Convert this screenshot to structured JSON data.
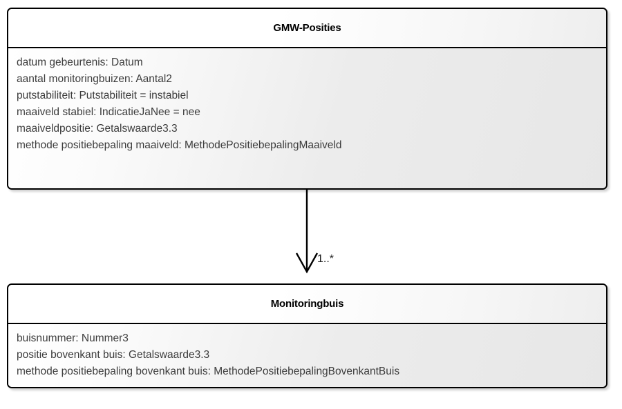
{
  "diagram": {
    "type": "uml-class-diagram",
    "background_color": "#ffffff",
    "border_color": "#000000",
    "text_color": "#3c3c3c",
    "classes": [
      {
        "name": "GMW-Posities",
        "attributes": [
          "datum gebeurtenis: Datum",
          "aantal monitoringbuizen: Aantal2",
          "putstabiliteit: Putstabiliteit = instabiel",
          "maaiveld stabiel: IndicatieJaNee = nee",
          "maaiveldpositie: Getalswaarde3.3",
          "methode positiebepaling maaiveld: MethodePositiebepalingMaaiveld"
        ]
      },
      {
        "name": "Monitoringbuis",
        "attributes": [
          "buisnummer: Nummer3",
          "positie bovenkant buis: Getalswaarde3.3",
          "methode positiebepaling bovenkant buis: MethodePositiebepalingBovenkantBuis"
        ]
      }
    ],
    "association": {
      "from": "GMW-Posities",
      "to": "Monitoringbuis",
      "multiplicity": "1..*",
      "arrow_style": "open-arrowhead",
      "line_style": "solid"
    }
  }
}
